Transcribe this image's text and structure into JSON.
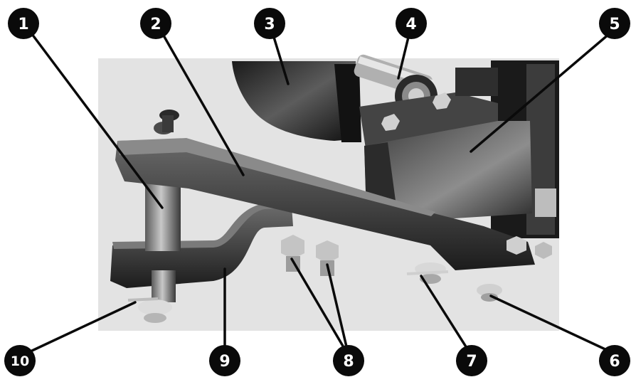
{
  "figure": {
    "background_panel_color": "#e3e3e3",
    "metal_dark": "#1e1e1e",
    "metal_mid": "#4a4a4a",
    "metal_light": "#9a9a9a",
    "callout_fill": "#0a0a0a",
    "callout_text_color": "#ffffff"
  },
  "callouts": [
    {
      "id": "c1",
      "label": "1"
    },
    {
      "id": "c2",
      "label": "2"
    },
    {
      "id": "c3",
      "label": "3"
    },
    {
      "id": "c4",
      "label": "4"
    },
    {
      "id": "c5",
      "label": "5"
    },
    {
      "id": "c6",
      "label": "6"
    },
    {
      "id": "c7",
      "label": "7"
    },
    {
      "id": "c8",
      "label": "8"
    },
    {
      "id": "c9",
      "label": "9"
    },
    {
      "id": "c10",
      "label": "10"
    }
  ]
}
